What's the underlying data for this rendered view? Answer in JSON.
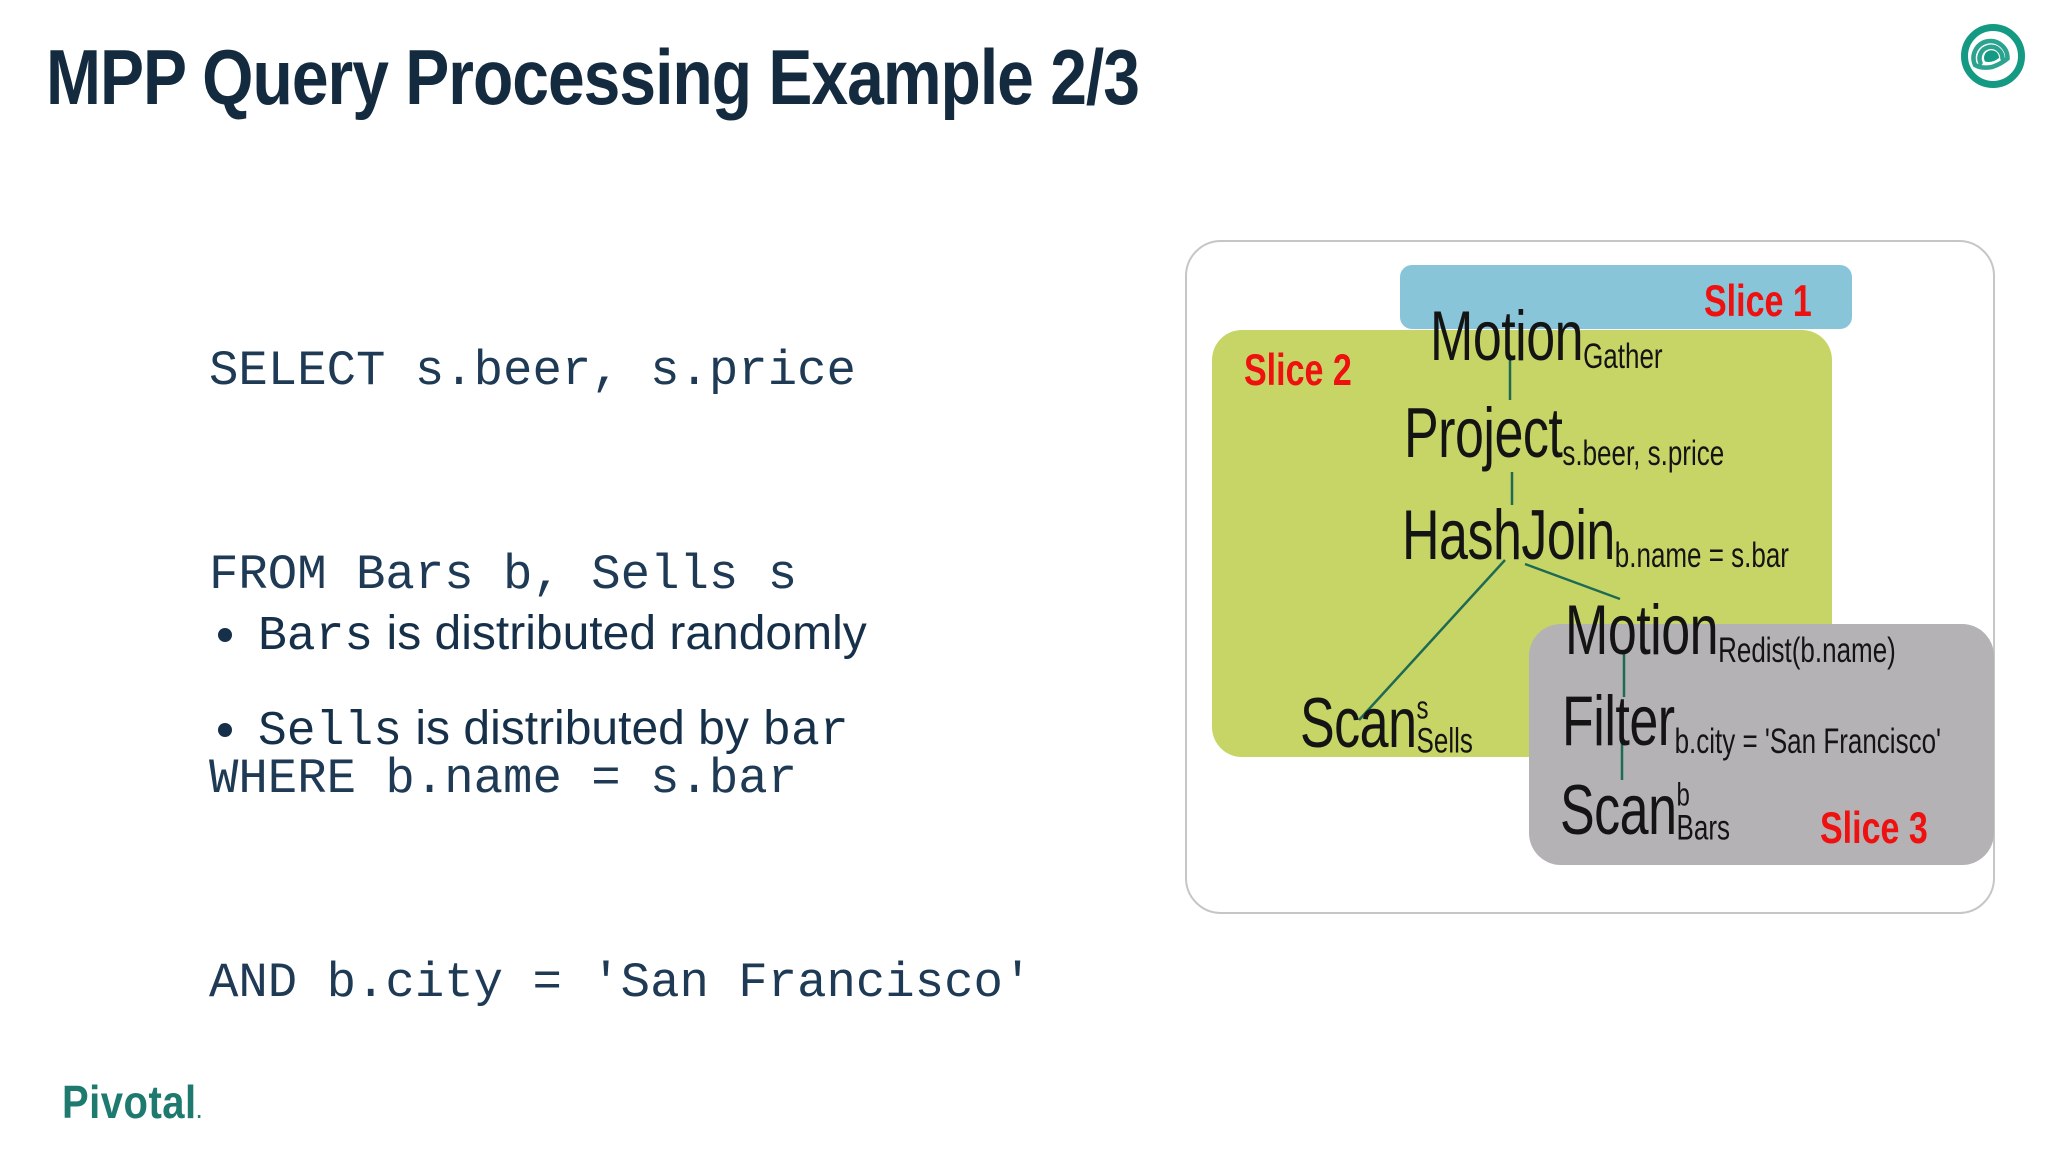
{
  "slide": {
    "title": "MPP Query Processing Example 2/3",
    "sql_lines": [
      "SELECT s.beer, s.price",
      "FROM Bars b, Sells s",
      "WHERE b.name = s.bar",
      "AND b.city = 'San Francisco'"
    ],
    "bullets": {
      "b1": {
        "code": "Bars",
        "text": " is distributed randomly"
      },
      "b2": {
        "code": "Sells",
        "text": " is distributed by ",
        "code2": "bar"
      }
    },
    "footer": {
      "brand": "Pivotal",
      "brand_mark": "."
    }
  },
  "diagram": {
    "slices": {
      "s1": {
        "label": "Slice 1"
      },
      "s2": {
        "label": "Slice 2"
      },
      "s3": {
        "label": "Slice 3"
      }
    },
    "nodes": {
      "motion_gather": {
        "main": "Motion",
        "sub": "Gather"
      },
      "project": {
        "main": "Project",
        "sub": "s.beer, s.price"
      },
      "hashjoin": {
        "main": "HashJoin",
        "sub": "b.name = s.bar"
      },
      "motion_redist": {
        "main": "Motion",
        "sub": "Redist(b.name)"
      },
      "scan_sells": {
        "main": "Scan",
        "sup": "s",
        "sub": "Sells"
      },
      "filter": {
        "main": "Filter",
        "sub": "b.city = 'San Francisco'"
      },
      "scan_bars": {
        "main": "Scan",
        "sup": "b",
        "sub": "Bars"
      }
    }
  },
  "icons": {
    "brand_logo": "greenplum-logo"
  },
  "colors": {
    "title_navy": "#132A3F",
    "sql_navy": "#1E3A55",
    "slice_label_red": "#EF1010",
    "slice1_blue": "#88C5D8",
    "slice2_green": "#C7D566",
    "slice3_gray": "#B4B2B5",
    "edge_green": "#1E6B54",
    "brand_teal": "#149A83",
    "pivotal_teal": "#1E7A6E"
  }
}
